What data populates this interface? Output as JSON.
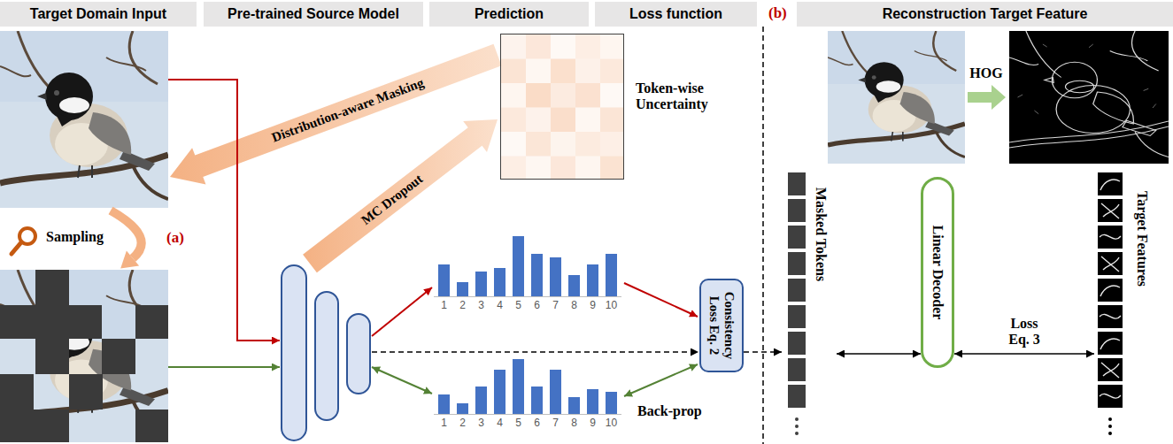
{
  "diagram": {
    "nodes": [
      {
        "text": [
          "Target Domain Input"
        ]
      },
      {
        "text": [
          "Pre-trained Source Model"
        ]
      },
      {
        "text": [
          "Prediction"
        ]
      },
      {
        "text": [
          "Loss function"
        ]
      },
      {
        "text": [
          "Reconstruction Target Feature"
        ]
      },
      {
        "text": [
          "Token-wise Uncertainty"
        ]
      },
      {
        "text": [
          "Consistency Loss Eq. 2"
        ]
      },
      {
        "text": [
          "Masked Tokens"
        ]
      },
      {
        "text": [
          "Linear Decoder"
        ]
      },
      {
        "text": [
          "Target Features"
        ]
      }
    ],
    "edges": [
      {
        "from": 6,
        "to": 7,
        "arrow": "to"
      },
      {
        "from": 7,
        "to": 8,
        "arrow": "both"
      },
      {
        "from": 8,
        "to": 9,
        "label": "Loss Eq. 3",
        "arrow": "both"
      }
    ],
    "labels": [
      "(b)",
      "Distribution-aware Masking",
      "MC Dropout",
      "Sampling",
      "(a)",
      "1",
      "2",
      "3",
      "4",
      "5",
      "6",
      "7",
      "8",
      "9",
      "10",
      "1",
      "2",
      "3",
      "4",
      "5",
      "6",
      "7",
      "8",
      "9",
      "10",
      "Back-prop",
      "HOG"
    ]
  }
}
